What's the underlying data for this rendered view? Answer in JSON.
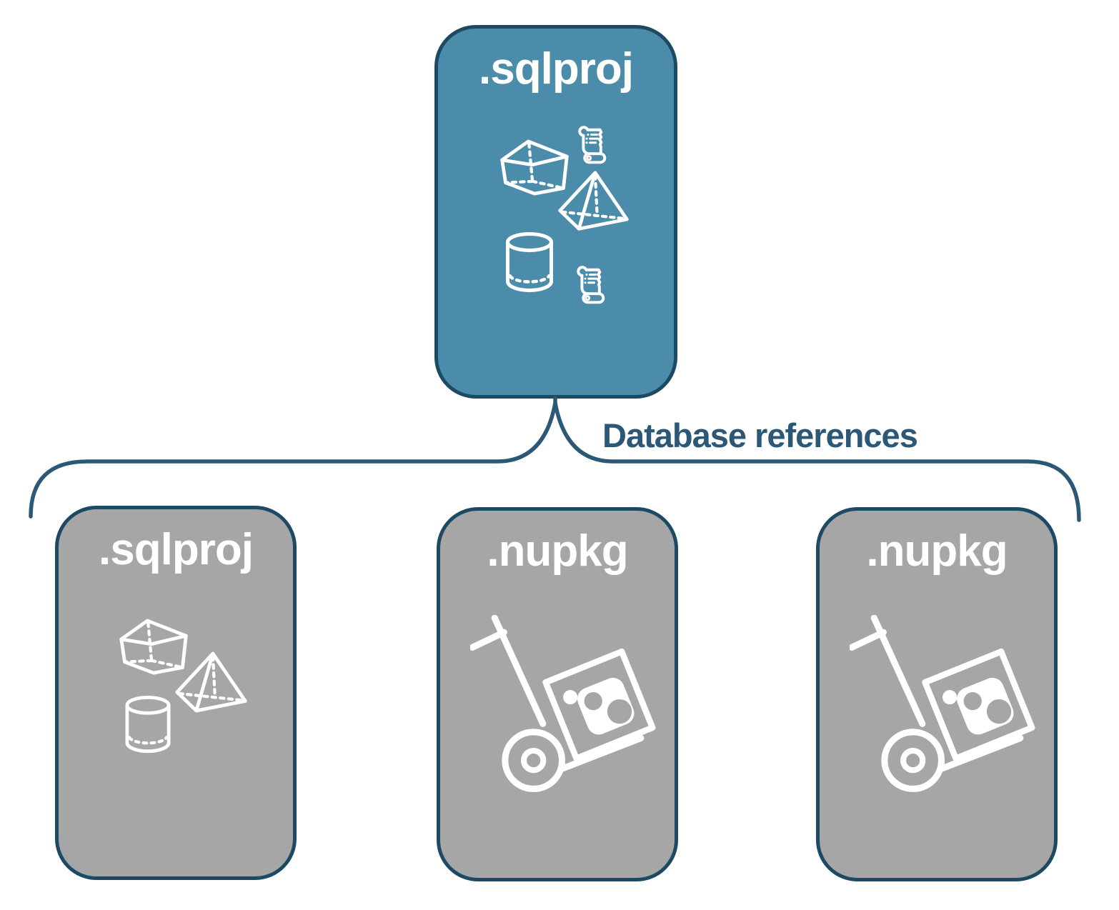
{
  "page": {
    "background": "#ffffff"
  },
  "colors": {
    "root_card_fill": "#4a8caa",
    "card_border": "#1d4a63",
    "child_card_fill": "#a6a6a6",
    "connector_line": "#2b5877",
    "connector_label_color": "#2b5877",
    "card_label_color": "#ffffff",
    "icon_color": "#ffffff"
  },
  "root_card": {
    "label": ".sqlproj",
    "icons": [
      "script-scroll-icon",
      "cube-icon",
      "pyramid-icon",
      "database-cylinder-icon",
      "script-scroll-icon"
    ]
  },
  "connector": {
    "label": "Database references"
  },
  "child_cards": [
    {
      "label": ".sqlproj",
      "icons": [
        "cube-icon",
        "pyramid-icon",
        "database-cylinder-icon"
      ]
    },
    {
      "label": ".nupkg",
      "icons": [
        "package-handtruck-icon"
      ]
    },
    {
      "label": ".nupkg",
      "icons": [
        "package-handtruck-icon"
      ]
    }
  ]
}
